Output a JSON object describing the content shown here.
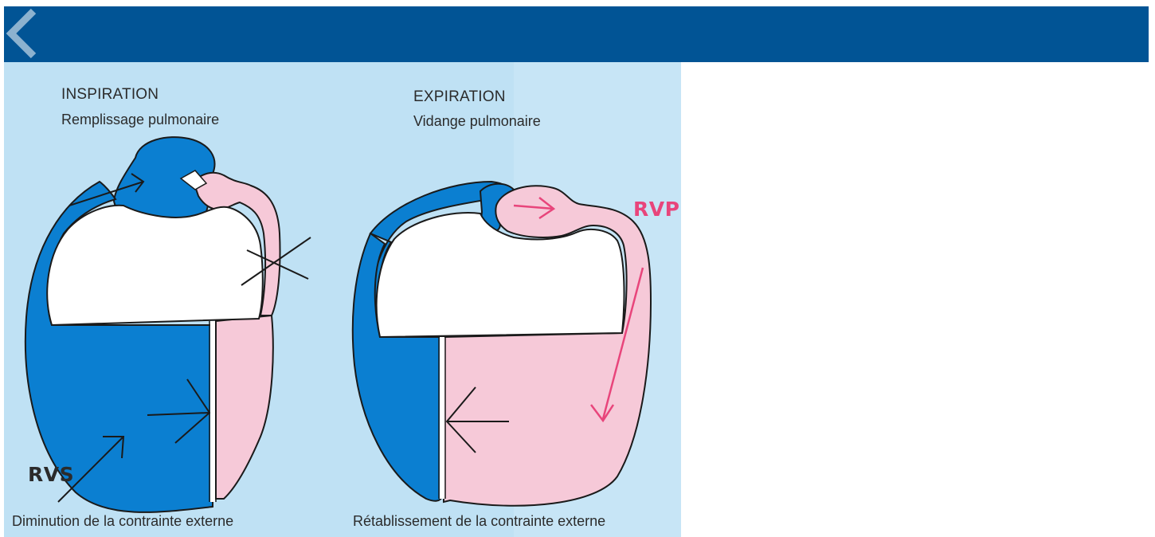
{
  "header": {
    "back_icon": "chevron-left-icon",
    "color": "#015495"
  },
  "diagram": {
    "inspiration": {
      "title": "INSPIRATION",
      "subtitle": "Remplissage pulmonaire",
      "caption": "Diminution de la contrainte externe"
    },
    "expiration": {
      "title": "EXPIRATION",
      "subtitle": "Vidange pulmonaire",
      "caption": "Rétablissement de la contrainte externe"
    },
    "label_rvs": "RVS",
    "label_rvp": "RVP",
    "colors": {
      "background": "#bfe1f4",
      "left_heart_blue": "#0b7fd1",
      "right_heart_pink": "#f6c9d8",
      "arrow_pink": "#e8457b",
      "outline": "#1a1a1a"
    }
  }
}
